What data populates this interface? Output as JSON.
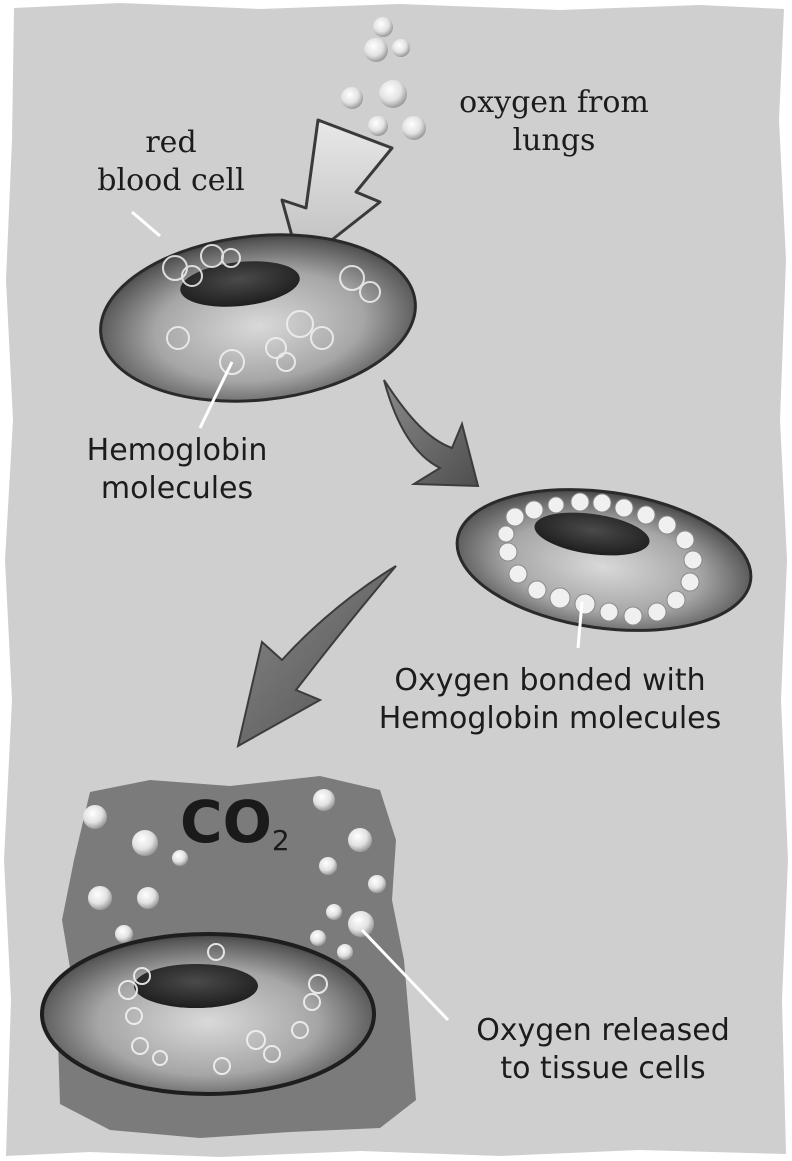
{
  "labels": {
    "red_blood_cell": [
      "red",
      "blood cell"
    ],
    "oxygen_from_lungs": [
      "oxygen from",
      "lungs"
    ],
    "hemoglobin": [
      "Hemoglobin",
      "molecules"
    ],
    "oxygen_bonded": [
      "Oxygen bonded with",
      "Hemoglobin molecules"
    ],
    "co2": {
      "main": "CO",
      "subscript": "2"
    },
    "oxygen_released": [
      "Oxygen released",
      "to tissue cells"
    ]
  },
  "colors": {
    "paper": "#cfcfcf",
    "paper_edge": "#f4f4f4",
    "cell_dark": "#2f2f2f",
    "cell_mid": "#8c8c8c",
    "tissue_patch": "#7b7b7b",
    "arrow": "#6e6e6e",
    "text": "#1c1c1c"
  }
}
